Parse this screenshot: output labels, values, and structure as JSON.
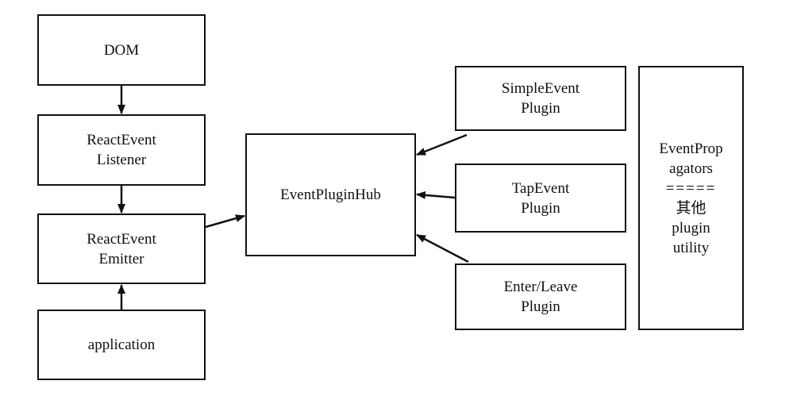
{
  "nodes": {
    "dom": {
      "lines": [
        "DOM"
      ]
    },
    "listener": {
      "lines": [
        "ReactEvent",
        "Listener"
      ]
    },
    "emitter": {
      "lines": [
        "ReactEvent",
        "Emitter"
      ]
    },
    "application": {
      "lines": [
        "application"
      ]
    },
    "hub": {
      "lines": [
        "EventPluginHub"
      ]
    },
    "simple_plugin": {
      "lines": [
        "SimpleEvent",
        "Plugin"
      ]
    },
    "tap_plugin": {
      "lines": [
        "TapEvent",
        "Plugin"
      ]
    },
    "enter_leave_plugin": {
      "lines": [
        "Enter/Leave",
        "Plugin"
      ]
    },
    "propagators": {
      "lines": [
        "EventProp",
        "agators",
        "=====",
        "其他",
        "plugin",
        "utility"
      ]
    }
  },
  "edges": [
    {
      "from": "dom",
      "to": "listener"
    },
    {
      "from": "listener",
      "to": "emitter"
    },
    {
      "from": "application",
      "to": "emitter"
    },
    {
      "from": "emitter",
      "to": "hub"
    },
    {
      "from": "simple_plugin",
      "to": "hub"
    },
    {
      "from": "tap_plugin",
      "to": "hub"
    },
    {
      "from": "enter_leave_plugin",
      "to": "hub"
    }
  ]
}
